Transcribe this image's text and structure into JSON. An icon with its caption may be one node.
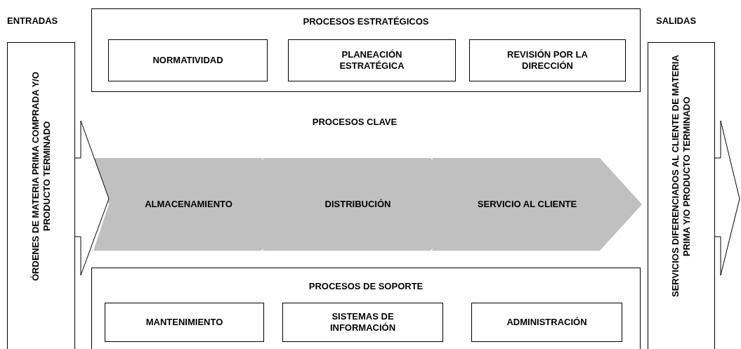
{
  "diagram": {
    "nodes": [
      {
        "text": [
          "ENTRADAS",
          "ÓRDENES DE MATERIA PRIMA COMPRADA Y/O PRODUCTO TERMINADO"
        ]
      },
      {
        "text": [
          "PROCESOS ESTRATÉGICOS"
        ]
      },
      {
        "text": [
          "NORMATIVIDAD"
        ],
        "in": 1
      },
      {
        "text": [
          "PLANEACIÓN ESTRATÉGICA"
        ],
        "in": 1
      },
      {
        "text": [
          "REVISIÓN POR LA DIRECCIÓN"
        ],
        "in": 1
      },
      {
        "text": [
          "ALMACENAMIENTO"
        ]
      },
      {
        "text": [
          "DISTRIBUCIÓN"
        ]
      },
      {
        "text": [
          "SERVICIO AL CLIENTE"
        ]
      },
      {
        "text": [
          "PROCESOS DE SOPORTE"
        ]
      },
      {
        "text": [
          "MANTENIMIENTO"
        ],
        "in": 8
      },
      {
        "text": [
          "SISTEMAS DE INFORMACIÓN"
        ],
        "in": 8
      },
      {
        "text": [
          "ADMINISTRACIÓN"
        ],
        "in": 8
      },
      {
        "text": [
          "SALIDAS",
          "SERVICIOS DIFERENCIADOS AL CLIENTE DE MATERIA PRIMA Y/O PRODUCTO TERMINADO"
        ]
      }
    ],
    "edges": [
      {
        "from": 0,
        "to": 5,
        "arrow": "to"
      },
      {
        "from": 12,
        "to": null,
        "arrow": "to"
      }
    ],
    "labels": [
      "PROCESOS CLAVE"
    ]
  }
}
